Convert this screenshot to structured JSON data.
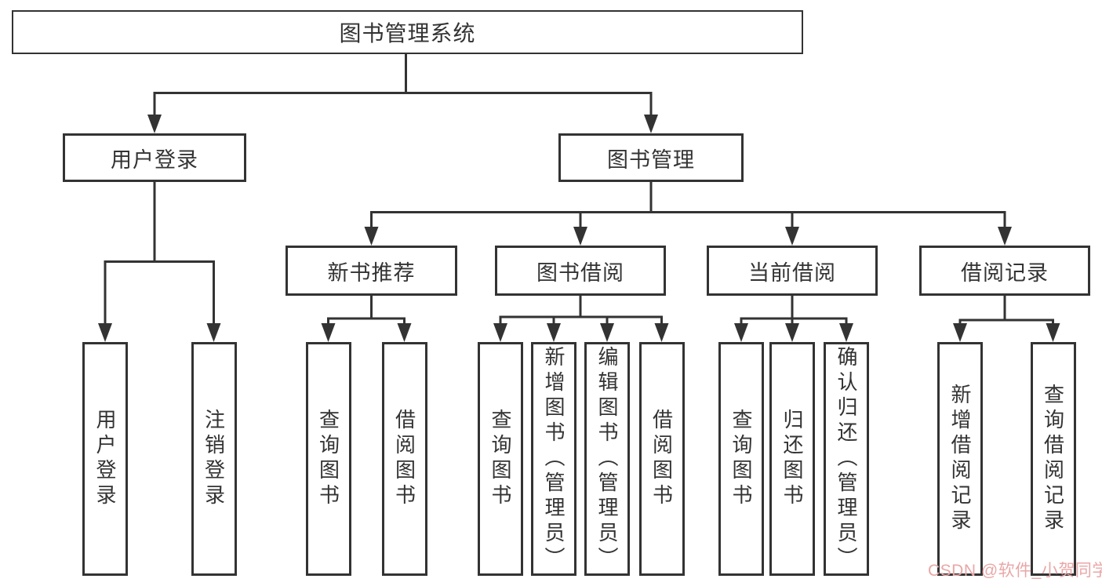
{
  "diagram": {
    "type": "hierarchy-tree",
    "tree": {
      "root": "图书管理系统",
      "branches": [
        {
          "label": "用户登录",
          "children": [
            {
              "label": "用户登录"
            },
            {
              "label": "注销登录"
            }
          ]
        },
        {
          "label": "图书管理",
          "groups": [
            {
              "label": "新书推荐",
              "children": [
                {
                  "label": "查询图书"
                },
                {
                  "label": "借阅图书"
                }
              ]
            },
            {
              "label": "图书借阅",
              "children": [
                {
                  "label": "查询图书"
                },
                {
                  "label": "新增图书（管理员）"
                },
                {
                  "label": "编辑图书（管理员）"
                },
                {
                  "label": "借阅图书"
                }
              ]
            },
            {
              "label": "当前借阅",
              "children": [
                {
                  "label": "查询图书"
                },
                {
                  "label": "归还图书"
                },
                {
                  "label": "确认归还（管理员）"
                }
              ]
            },
            {
              "label": "借阅记录",
              "children": [
                {
                  "label": "新增借阅记录"
                },
                {
                  "label": "查询借阅记录"
                }
              ]
            }
          ]
        }
      ]
    },
    "colors": {
      "line": "#333333",
      "box_border": "#333333",
      "text": "#333333",
      "background": "#ffffff",
      "watermark": "#e9a7a7"
    }
  },
  "watermark": {
    "text": "CSDN @软件_小贺同学"
  }
}
